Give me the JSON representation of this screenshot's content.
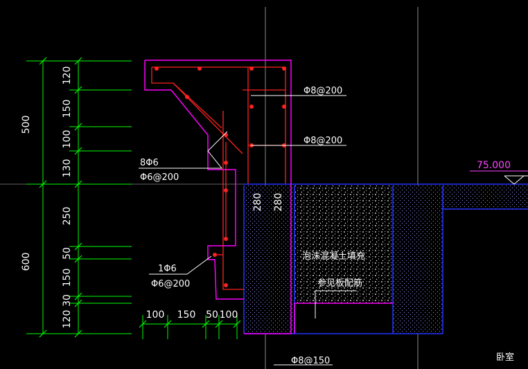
{
  "colors": {
    "background": "#000000",
    "dimension": "#00ff00",
    "outline": "#ff00ff",
    "rebar": "#ff2222",
    "hatch": "#2233ff",
    "text": "#ffffff",
    "elevation": "#ff44ff",
    "axis": "#9a9a9a"
  },
  "dimensions": {
    "overall_upper": "500",
    "overall_lower": "600",
    "vertical_segments": [
      "120",
      "150",
      "100",
      "130",
      "250",
      "50",
      "150",
      "30",
      "120"
    ],
    "horizontal_segments": [
      "100",
      "150",
      "50",
      "100"
    ],
    "slab_depth_left": "280",
    "slab_depth_right": "280"
  },
  "callouts": {
    "top_stirrup": "Φ8@200",
    "mid_stirrup": "Φ8@200",
    "upper_bars": "8Φ6",
    "upper_stirrup": "Φ6@200",
    "lower_bar": "1Φ6",
    "lower_stirrup": "Φ6@200",
    "bottom_bars": "Φ8@150"
  },
  "labels": {
    "elevation": "75.000",
    "fill_note": "泡沫混凝土填充",
    "slab_note": "参见板配筋",
    "room": "卧室"
  }
}
